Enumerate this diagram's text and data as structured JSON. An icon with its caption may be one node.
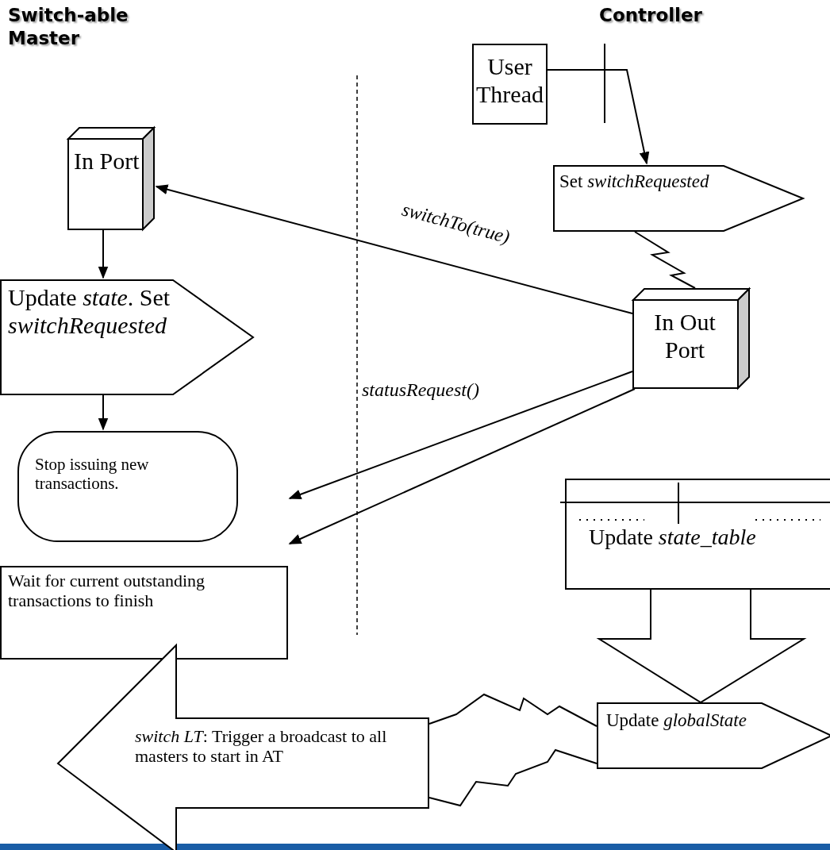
{
  "diagram": {
    "nodes": [
      {
        "text": [
          "In Port"
        ]
      },
      {
        "text": [
          "Update *state*. Set *switchRequested*"
        ]
      },
      {
        "text": [
          "Stop issuing new transactions."
        ]
      },
      {
        "text": [
          "Wait for current outstanding transactions to finish"
        ]
      },
      {
        "text": [
          "User Thread"
        ]
      },
      {
        "text": [
          "Set *switchRequested*"
        ]
      },
      {
        "text": [
          "In Out Port"
        ]
      },
      {
        "text": [
          "Update *state_table*"
        ]
      },
      {
        "text": [
          "Update *globalState*"
        ]
      },
      {
        "text": [
          "*switch LT*: Trigger a broadcast to all masters to start in AT"
        ]
      }
    ],
    "edges": [
      {
        "from": 4,
        "to": 5,
        "arrow": "to"
      },
      {
        "from": 6,
        "to": 0,
        "arrow": "to",
        "label": "switchTo(true)"
      },
      {
        "from": 0,
        "to": 1,
        "arrow": "to"
      },
      {
        "from": 1,
        "to": 2,
        "arrow": "to"
      },
      {
        "from": 5,
        "to": 6,
        "arrow": "none"
      },
      {
        "from": 6,
        "to": null,
        "arrow": "to",
        "label": "statusRequest()"
      },
      {
        "from": 6,
        "to": null,
        "arrow": "to"
      },
      {
        "from": 7,
        "to": 8,
        "arrow": "to"
      },
      {
        "from": 8,
        "to": 9,
        "arrow": "none"
      },
      {
        "from": 8,
        "to": 9,
        "arrow": "none"
      }
    ],
    "labels": [
      "Switch-able Master",
      "Controller"
    ]
  }
}
